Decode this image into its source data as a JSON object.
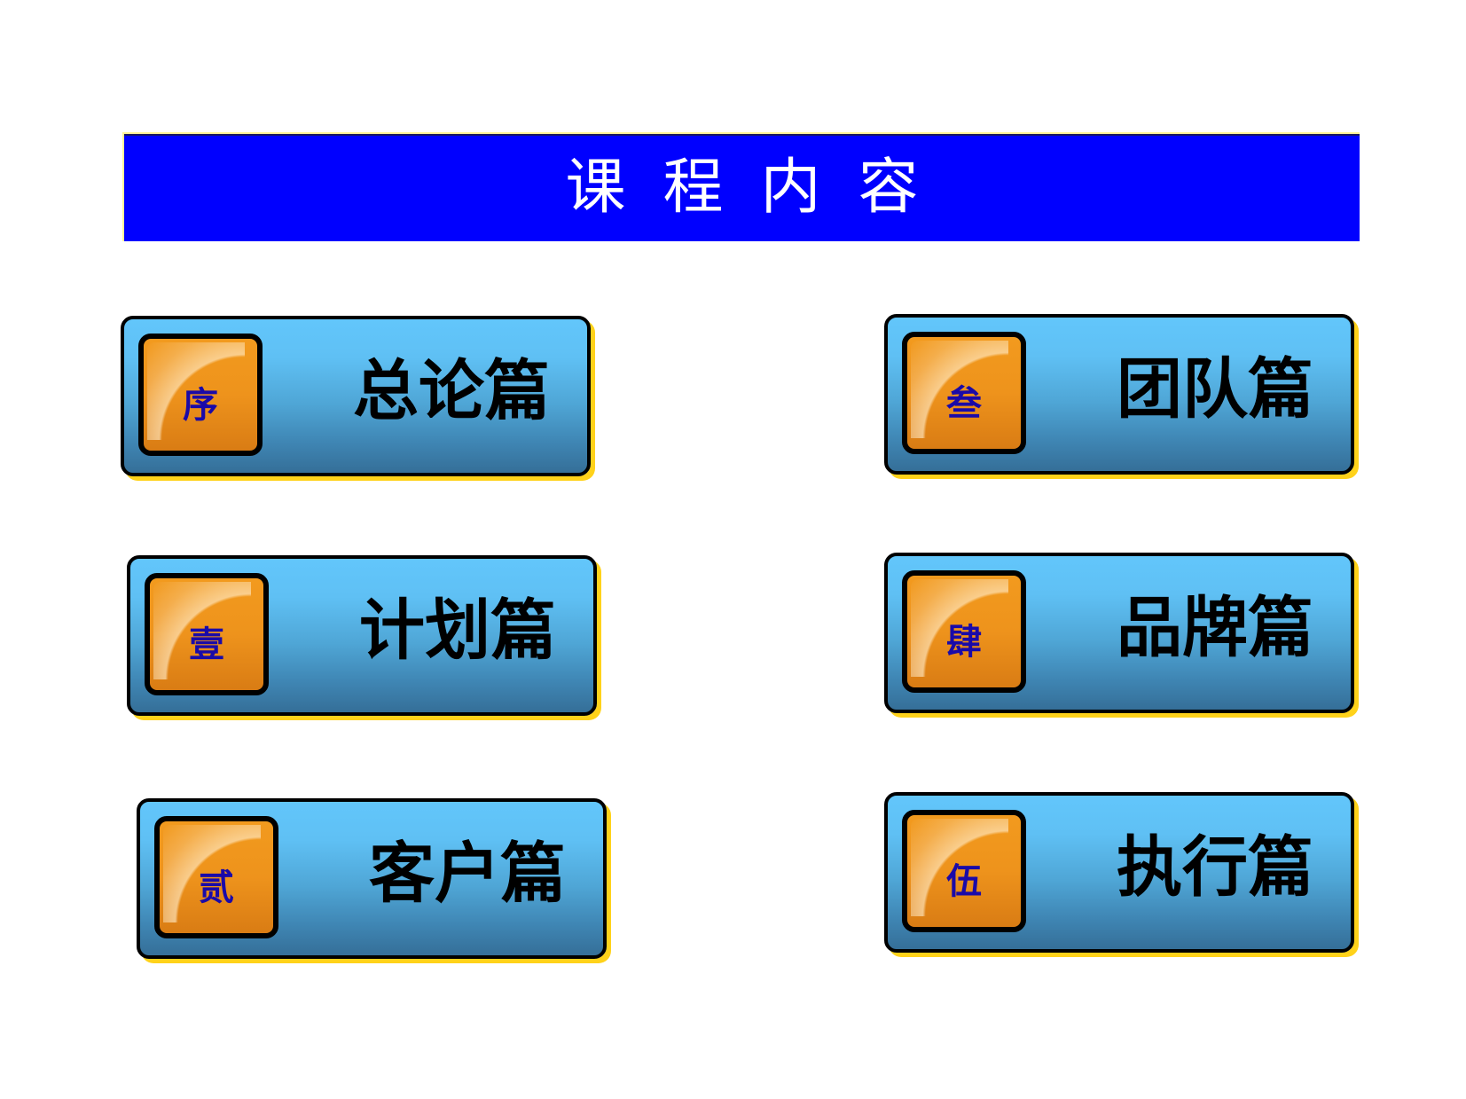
{
  "header": {
    "title": "课程内容",
    "background_color": "#0000ff",
    "text_color": "#ffffff"
  },
  "cards": [
    {
      "badge": "序",
      "label": "总论篇"
    },
    {
      "badge": "壹",
      "label": "计划篇"
    },
    {
      "badge": "贰",
      "label": "客户篇"
    },
    {
      "badge": "叁",
      "label": "团队篇"
    },
    {
      "badge": "肆",
      "label": "品牌篇"
    },
    {
      "badge": "伍",
      "label": "执行篇"
    }
  ],
  "colors": {
    "card_top": "#62c6fb",
    "card_bottom": "#356f98",
    "badge_fill": "#ee931c",
    "badge_text": "#1a0aa8",
    "card_shadow": "#ffd21a",
    "outline": "#000000"
  }
}
